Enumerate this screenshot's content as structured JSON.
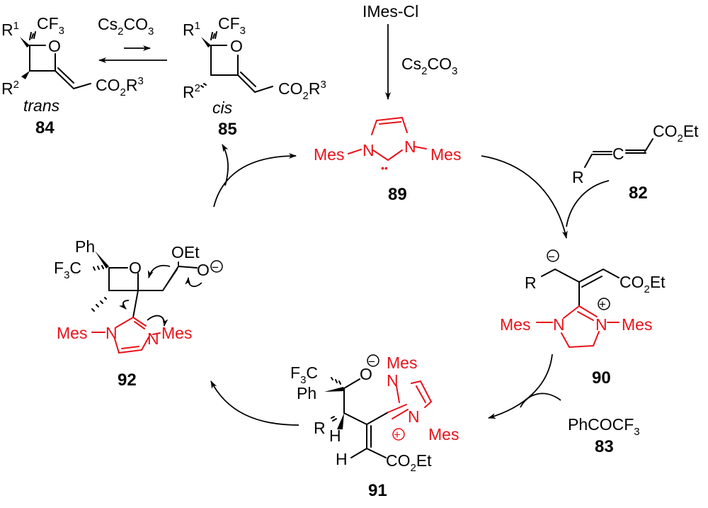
{
  "colors": {
    "catalyst": "#e8121a",
    "ink": "#000000"
  },
  "reagents": {
    "precatalyst": "IMes-Cl",
    "base_top": "Cs",
    "base_top_sub2": "2",
    "base_top_co": "CO",
    "base_top_sub3": "3",
    "base_eq": "Cs",
    "base_eq_sub2": "2",
    "base_eq_co": "CO",
    "base_eq_sub3": "3"
  },
  "compounds": {
    "c84": {
      "id": "84",
      "stereo": "trans",
      "R1": "R",
      "R1_sup": "1",
      "R2": "R",
      "R2_sup": "2",
      "cf3": "CF",
      "cf3_sub": "3",
      "o": "O",
      "ester": "CO",
      "ester_sub": "2",
      "ester_R": "R",
      "ester_sup": "3"
    },
    "c85": {
      "id": "85",
      "stereo": "cis",
      "R1": "R",
      "R1_sup": "1",
      "R2": "R",
      "R2_sup": "2",
      "cf3": "CF",
      "cf3_sub": "3",
      "o": "O",
      "ester": "CO",
      "ester_sub": "2",
      "ester_R": "R",
      "ester_sup": "3"
    },
    "c89": {
      "id": "89",
      "mes_left": "Mes",
      "mes_right": "Mes",
      "n_left": "N",
      "n_right": "N",
      "lone_pair": "••"
    },
    "c82": {
      "id": "82",
      "R": "R",
      "C": "C",
      "ester": "CO",
      "ester_sub": "2",
      "ester_tail": "Et"
    },
    "c90": {
      "id": "90",
      "R": "R",
      "ester": "CO",
      "ester_sub": "2",
      "ester_tail": "Et",
      "mes_left": "Mes",
      "mes_right": "Mes",
      "n_left": "N",
      "n_right": "N",
      "minus": "−",
      "plus": "+"
    },
    "c83": {
      "id": "83",
      "formula": "PhCOCF",
      "formula_sub": "3"
    },
    "c91": {
      "id": "91",
      "f3c_F": "F",
      "f3c_sub": "3",
      "f3c_C": "C",
      "ph": "Ph",
      "o": "O",
      "minus": "−",
      "R": "R",
      "H1": "H",
      "H2": "H",
      "ester": "CO",
      "ester_sub": "2",
      "ester_tail": "Et",
      "mes_top": "Mes",
      "mes_bottom": "Mes",
      "n_top": "N",
      "n_bottom": "N",
      "plus": "+"
    },
    "c92": {
      "id": "92",
      "ph": "Ph",
      "f3c_F": "F",
      "f3c_sub": "3",
      "f3c_C": "C",
      "o_ring": "O",
      "oet": "OEt",
      "o_minus": "O",
      "minus": "−",
      "mes_left": "Mes",
      "mes_right": "Mes",
      "n_left": "N",
      "n_right": "N"
    }
  }
}
